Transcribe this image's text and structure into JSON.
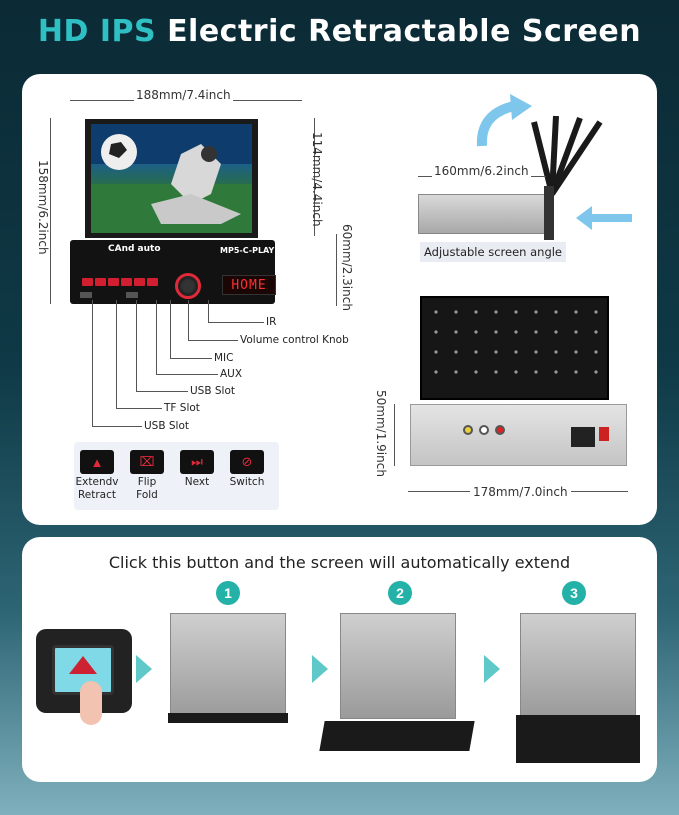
{
  "title": {
    "hd": "HD IPS",
    "rest": "Electric Retractable Screen"
  },
  "top_panel": {
    "dims": {
      "width": "188mm/7.4inch",
      "height": "158mm/6.2inch",
      "screen_height": "114mm/4.4inch",
      "body_height": "60mm/2.3inch",
      "side_depth": "160mm/6.2inch",
      "rear_height": "50mm/1.9inch",
      "rear_width": "178mm/7.0inch"
    },
    "adjustable_label": "Adjustable screen angle",
    "radio": {
      "brand": "CAnd auto",
      "model": "MP5-C-PLAY",
      "display_text": "HOME"
    },
    "callouts": [
      "IR",
      "Volume control Knob",
      "MIC",
      "AUX",
      "USB Slot",
      "TF Slot",
      "USB Slot"
    ],
    "functions": [
      {
        "label": "Extendv\nRetract",
        "icon": "eject-icon"
      },
      {
        "label": "Flip\nFold",
        "icon": "flip-icon"
      },
      {
        "label": "Next",
        "icon": "next-icon"
      },
      {
        "label": "Switch",
        "icon": "switch-icon"
      }
    ]
  },
  "bottom_panel": {
    "subtitle": "Click this button and the screen will automatically extend",
    "steps": [
      "1",
      "2",
      "3"
    ]
  },
  "colors": {
    "accent": "#24b2a8",
    "red": "#e02a3a"
  }
}
